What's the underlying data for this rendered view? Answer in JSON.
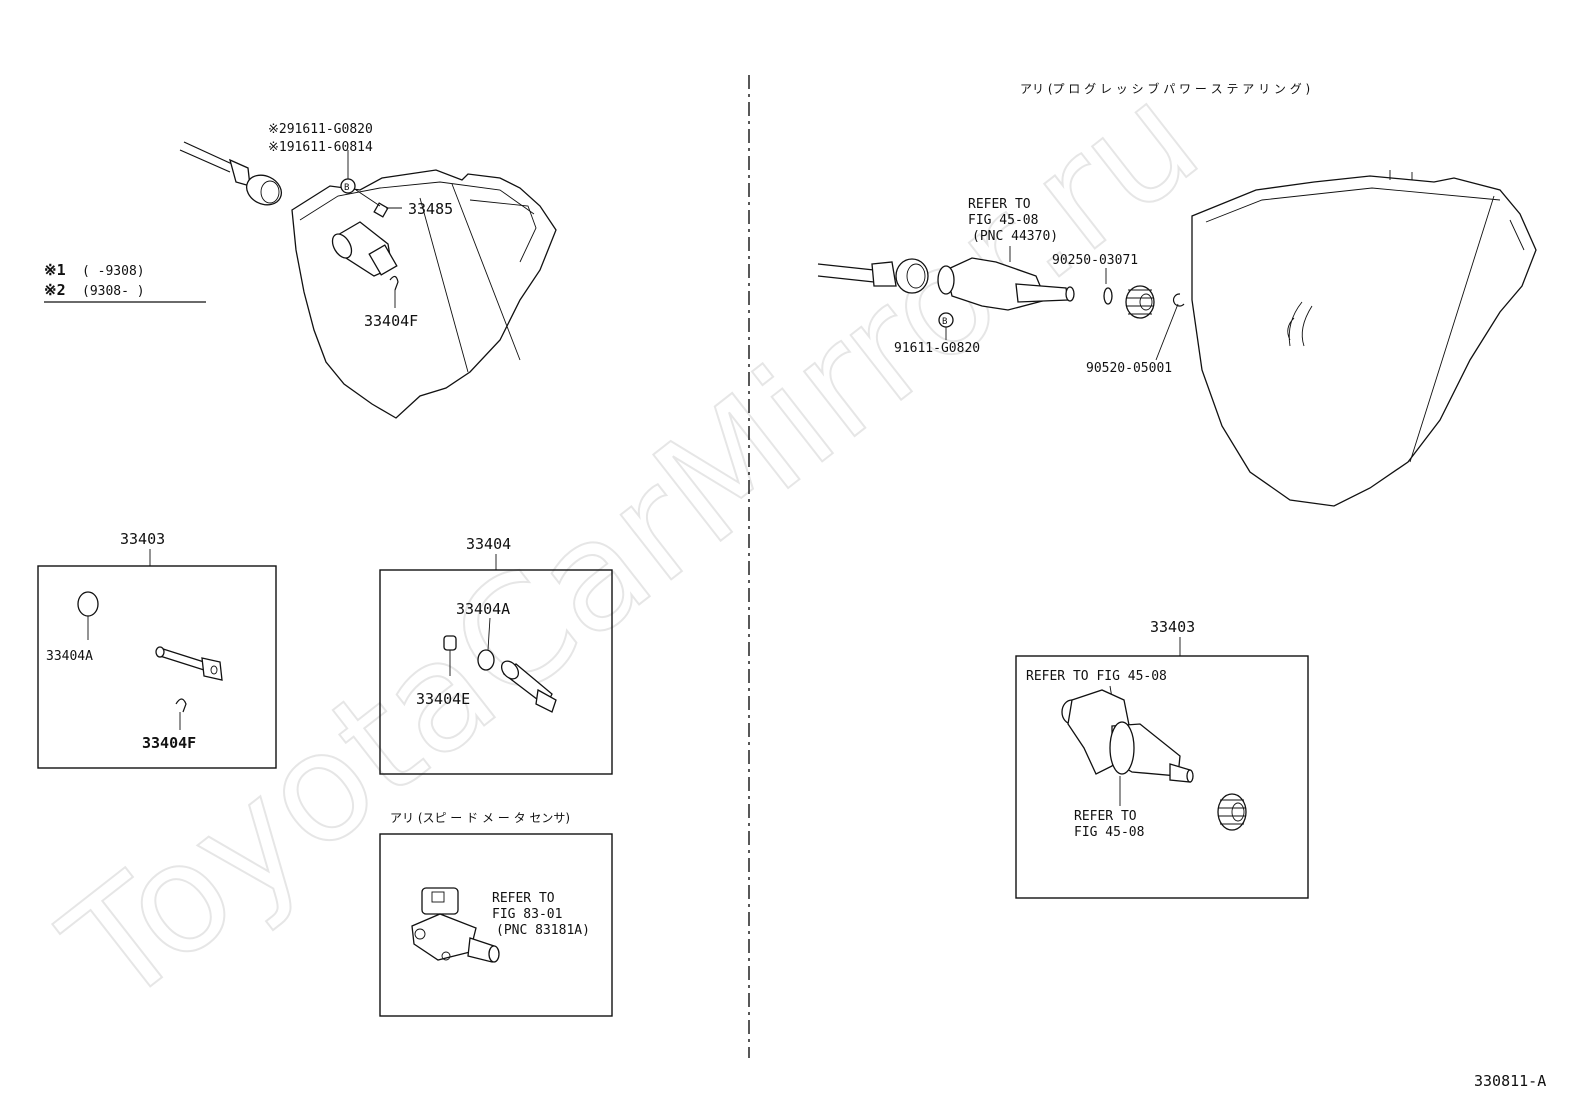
{
  "watermark": "ToyotaCarMirror.ru",
  "figure_id": "330811-A",
  "left": {
    "notes": {
      "n1_mark": "※1",
      "n1_range": "(     -9308)",
      "n2_mark": "※2",
      "n2_range": "(9308-     )"
    },
    "main_labels": {
      "ref_a": "※291611-G0820",
      "ref_b": "※191611-60814",
      "p33485": "33485",
      "p33404f": "33404F"
    },
    "box_33403": {
      "title": "33403",
      "a": "33404A",
      "f": "33404F"
    },
    "box_33404": {
      "title": "33404",
      "a": "33404A",
      "e": "33404E"
    },
    "sensor_box": {
      "title": "アリ (スピ ー ド メ ー タ センサ)",
      "refer_l1": "REFER TO",
      "refer_l2": "FIG 83-01",
      "refer_l3": "(PNC 83181A)"
    }
  },
  "right": {
    "header": "アリ (プ ロ グ レ ッ シ ブ パ ワ ー ス テ ア リ ン グ )",
    "refer_l1": "REFER TO",
    "refer_l2": "FIG 45-08",
    "refer_l3": "(PNC 44370)",
    "p90250": "90250-03071",
    "p91611": "91611-G0820",
    "p90520": "90520-05001",
    "box_33403": {
      "title": "33403",
      "refer_top": "REFER TO FIG 45-08",
      "refer_b1": "REFER TO",
      "refer_b2": "FIG 45-08"
    }
  }
}
